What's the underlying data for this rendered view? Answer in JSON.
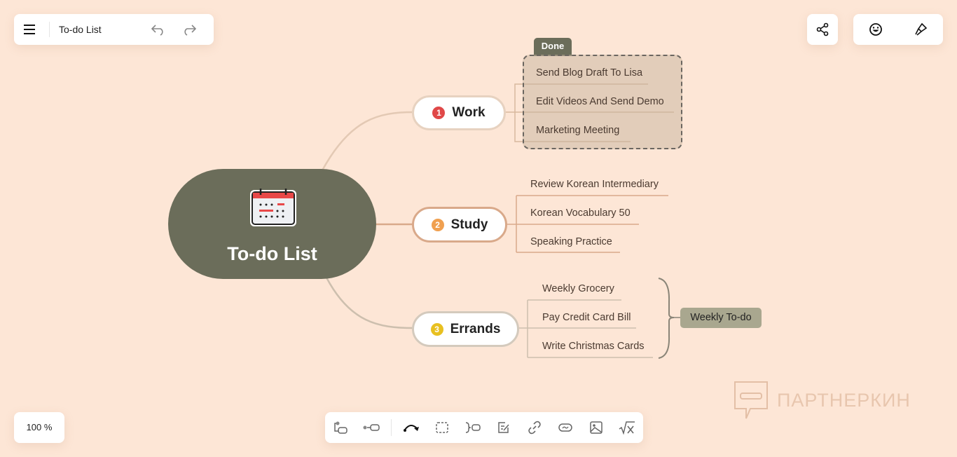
{
  "header": {
    "title": "To-do List"
  },
  "zoom": "100 %",
  "central": {
    "title": "To-do List"
  },
  "branches": [
    {
      "num": "1",
      "label": "Work",
      "color": "#e04848",
      "items": [
        "Send Blog Draft To Lisa",
        "Edit Videos And Send Demo",
        "Marketing Meeting"
      ],
      "boundary": "Done"
    },
    {
      "num": "2",
      "label": "Study",
      "color": "#f0a050",
      "items": [
        "Review Korean Intermediary",
        "Korean Vocabulary 50",
        "Speaking Practice"
      ]
    },
    {
      "num": "3",
      "label": "Errands",
      "color": "#e8c020",
      "items": [
        "Weekly Grocery",
        "Pay Credit Card Bill",
        "Write Christmas Cards"
      ],
      "summary": "Weekly To-do"
    }
  ],
  "watermark": "ПАРТНЕРКИН"
}
